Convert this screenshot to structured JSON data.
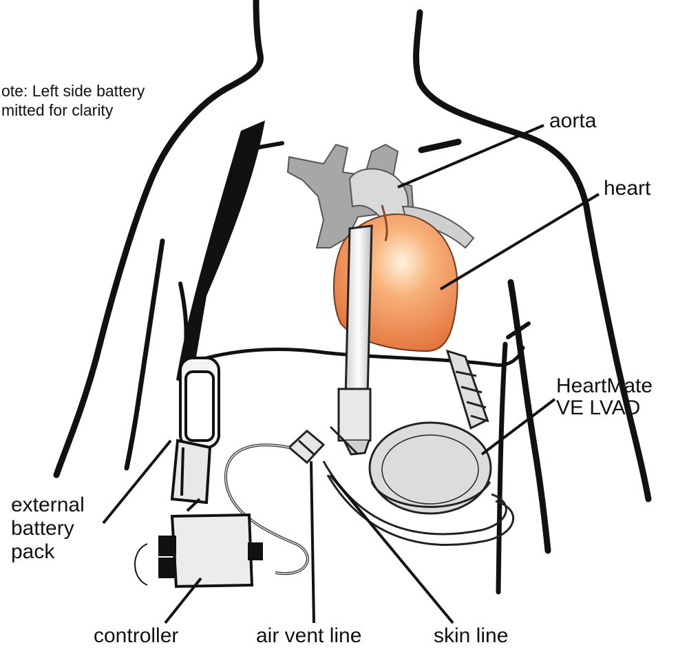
{
  "diagram": {
    "note_line1": "ote: Left side battery",
    "note_line2": "mitted for clarity",
    "labels": {
      "aorta": "aorta",
      "heart": "heart",
      "lvad_line1": "HeartMate",
      "lvad_line2": "VE LVAD",
      "battery_line1": "external",
      "battery_line2": "battery",
      "battery_line3": "pack",
      "controller": "controller",
      "air_vent_line": "air vent line",
      "skin_line": "skin line"
    },
    "colors": {
      "outline": "#111111",
      "aorta_gray": "#a7a7a7",
      "vessel_light": "#d9d9d9",
      "heart_orange": "#ef8a4a",
      "heart_highlight": "#ffe3c4",
      "device_gray": "#dcdcdc"
    }
  }
}
